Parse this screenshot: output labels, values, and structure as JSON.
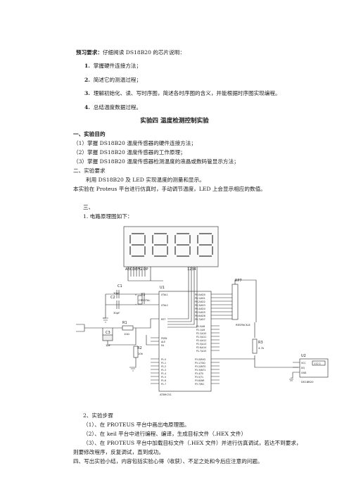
{
  "preview": {
    "heading": "预习要求：",
    "intro": "仔细阅读 DS18B20 的芯片说明：",
    "items": [
      {
        "num": "1.",
        "text": "掌握硬件连接方法；"
      },
      {
        "num": "2.",
        "text": "简述它的测温过程；"
      },
      {
        "num": "3.",
        "text": "理解初始化、读、写时序图，简述各时序图的含义，并能根据时序图实现编程。"
      },
      {
        "num": "4.",
        "text": "总结温度数据过程。"
      }
    ]
  },
  "experiment": {
    "title": "实验四  温度检测控制实验",
    "section1": {
      "heading": "一、实验目的",
      "items": [
        "（1）掌握 DS18B20 温度传感器的硬件连接方法；",
        "（2）掌握 DS18B20 温度传感器的工作原理；",
        "（3）掌握 DS18B20 温度传感器检测温度的液晶或数码管显示方法；"
      ]
    },
    "section2": {
      "heading": "二、实验要求",
      "p1": "利用 DS18B20 及 LED 实现温度的测量和显示。",
      "p2": "本实验在 Proteus 平台进行仿真时，手动调节温度，LED 上会显示相应的数值。"
    },
    "section3": {
      "heading": "三、",
      "item1": "1. 电路原理图如下："
    },
    "steps": {
      "heading": "2、实验步骤",
      "s1": "（1）、在 PROTEUS 平台中画出电原理图。",
      "s2": "（2）、在 keil 平台中进行编程、编译，生成目标文件（.HEX 文件）",
      "s3a": "（3）、在 PROTEUS 平台中加载目标文件（.HEX 文件）并进行仿真调试，若达不到要求，",
      "s3b": "则要修改程序，反复调试，直到成功。"
    },
    "section4": "四、写出实验小结，内容包括实验心得（收获）、不足之处和今后应注意的问题。"
  },
  "schematic": {
    "display_left_label": "ABCDEFG  DP",
    "display_right_label": "1234",
    "rp_label": "RP7",
    "rp_sub": "RESPACK-8",
    "c1": "C1",
    "c1_val": "30pF",
    "c2": "C2",
    "c2_val": "30pF",
    "x1": "X1",
    "x1_val": "CRYSTAL",
    "u1": "U1",
    "u1_part": "AT89C51",
    "r1": "R1",
    "r1_val": "10Ω",
    "c3": "C3",
    "c3_val": "1μF",
    "r2": "R2",
    "r2_val": "10k",
    "r3": "R3",
    "r3_val": "4.7k",
    "u2": "U2",
    "u2_part": "DS18B20",
    "u2_value": "112.1",
    "u1_left_pins": [
      "XTAL1",
      "XTAL2",
      "RST",
      "PSEN",
      "ALE",
      "EA"
    ],
    "u1_left_pins2": [
      "P1.0",
      "P1.1",
      "P1.2",
      "P1.3",
      "P1.4",
      "P1.5",
      "P1.6",
      "P1.7"
    ],
    "u1_right_pins": [
      "P0.0/AD0",
      "P0.1/AD1",
      "P0.2/AD2",
      "P0.3/AD3",
      "P0.4/AD4",
      "P0.5/AD5",
      "P0.6/AD6",
      "P0.7/AD7"
    ],
    "u1_right_pins2": [
      "P2.0/A8",
      "P2.1/A9",
      "P2.2/A10",
      "P2.3/A11",
      "P2.4/A12",
      "P2.5/A13",
      "P2.6/A14",
      "P2.7/A15"
    ],
    "u1_right_pins3": [
      "P3.0/RXD",
      "P3.1/TXD",
      "P3.2/INT0",
      "P3.3/INT1",
      "P3.4/T0",
      "P3.5/T1",
      "P3.6/WR",
      "P3.7/RD"
    ],
    "u2_pins": [
      "VCC",
      "DQ",
      "GND"
    ]
  }
}
